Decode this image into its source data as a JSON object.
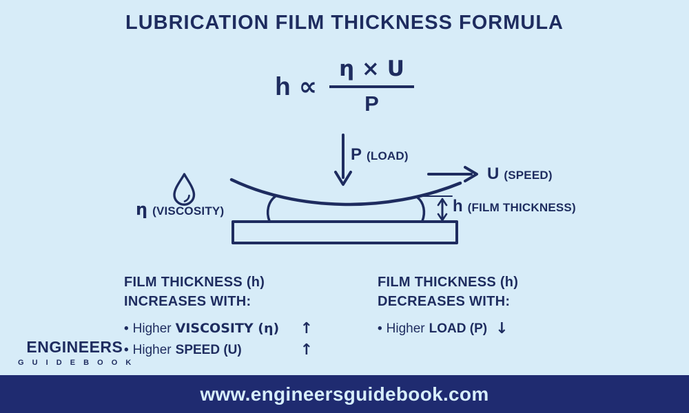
{
  "title": "LUBRICATION FILM THICKNESS FORMULA",
  "formula": {
    "lhs": "h",
    "proportional_sign": "∝",
    "numerator": "η × U",
    "denominator": "P"
  },
  "diagram": {
    "load": {
      "symbol": "P",
      "label": "(LOAD)"
    },
    "speed": {
      "symbol": "U",
      "label": "(SPEED)"
    },
    "viscosity": {
      "symbol": "η",
      "label": "(VISCOSITY)"
    },
    "film": {
      "symbol": "h",
      "label": "(FILM THICKNESS)"
    }
  },
  "increases": {
    "heading1": "FILM THICKNESS (h)",
    "heading2": "INCREASES WITH:",
    "bullet": "•",
    "items": [
      {
        "prefix": "Higher",
        "term": "VISCOSITY (η)",
        "arrow": "↑"
      },
      {
        "prefix": "Higher",
        "term": "SPEED (U)",
        "arrow": "↑"
      }
    ]
  },
  "decreases": {
    "heading1": "FILM THICKNESS (h)",
    "heading2": "DECREASES WITH:",
    "bullet": "•",
    "items": [
      {
        "prefix": "Higher",
        "term": "LOAD (P)",
        "arrow": "↓"
      }
    ]
  },
  "brand": {
    "name": "ENGINEERS",
    "sub": "G U I D E B O O K"
  },
  "footer": {
    "url": "www.engineersguidebook.com"
  },
  "colors": {
    "background": "#d7ecf8",
    "ink": "#1e2c5f",
    "footer_bg": "#1f2b70",
    "footer_text": "#d7eefb"
  }
}
